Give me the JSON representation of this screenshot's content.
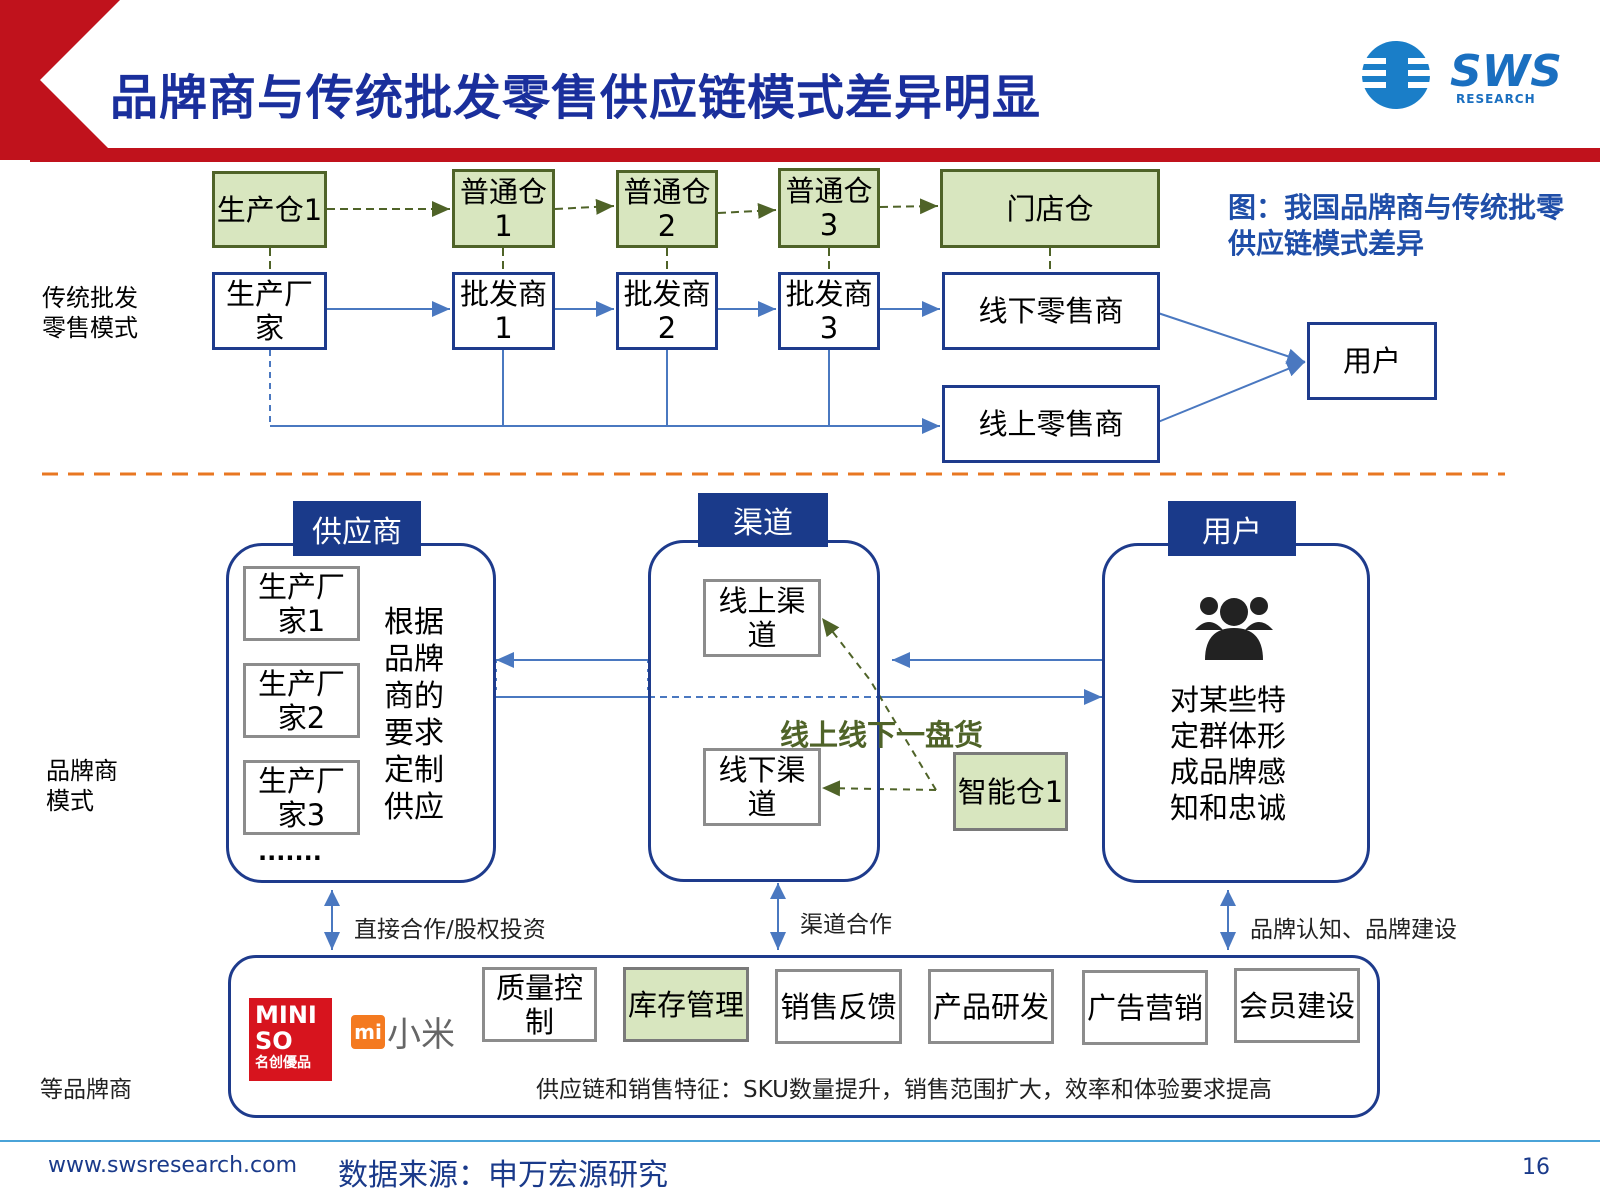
{
  "header": {
    "title": "品牌商与传统批发零售供应链模式差异明显",
    "logo_text": "SWS",
    "logo_subtext": "RESEARCH",
    "accent_color": "#c0121c",
    "brand_color": "#1a2f9c"
  },
  "caption": "图：我国品牌商与传统批零供应链模式差异",
  "traditional": {
    "label": "传统批发零售模式",
    "warehouses": [
      "生产仓1",
      "普通仓1",
      "普通仓2",
      "普通仓3",
      "门店仓"
    ],
    "chain": [
      "生产厂家",
      "批发商1",
      "批发商2",
      "批发商3"
    ],
    "offline_retailer": "线下零售商",
    "online_retailer": "线上零售商",
    "user": "用户"
  },
  "brand_mode": {
    "label": "品牌商模式",
    "supplier": {
      "tab": "供应商",
      "factories": [
        "生产厂家1",
        "生产厂家2",
        "生产厂家3"
      ],
      "ellipsis": ".......",
      "desc": "根据品牌商的要求定制供应"
    },
    "channel": {
      "tab": "渠道",
      "online": "线上渠道",
      "offline": "线下渠道",
      "slogan": "线上线下一盘货",
      "smart_warehouse": "智能仓1"
    },
    "user": {
      "tab": "用户",
      "icon": "users-group-icon",
      "desc": "对某些特定群体形成品牌感知和忠诚"
    },
    "links": {
      "supplier": "直接合作/股权投资",
      "channel": "渠道合作",
      "user": "品牌认知、品牌建设"
    },
    "brands": {
      "label": "等品牌商",
      "miniso_lines": [
        "MINI",
        "SO",
        "名创優品"
      ],
      "xiaomi_icon": "mi",
      "xiaomi_name": "小米",
      "functions": [
        "质量控制",
        "库存管理",
        "销售反馈",
        "产品研发",
        "广告营销",
        "会员建设"
      ],
      "features": "供应链和销售特征：SKU数量提升，销售范围扩大，效率和体验要求提高"
    }
  },
  "footer": {
    "url": "www.swsresearch.com",
    "source": "数据来源：申万宏源研究",
    "page": "16"
  }
}
